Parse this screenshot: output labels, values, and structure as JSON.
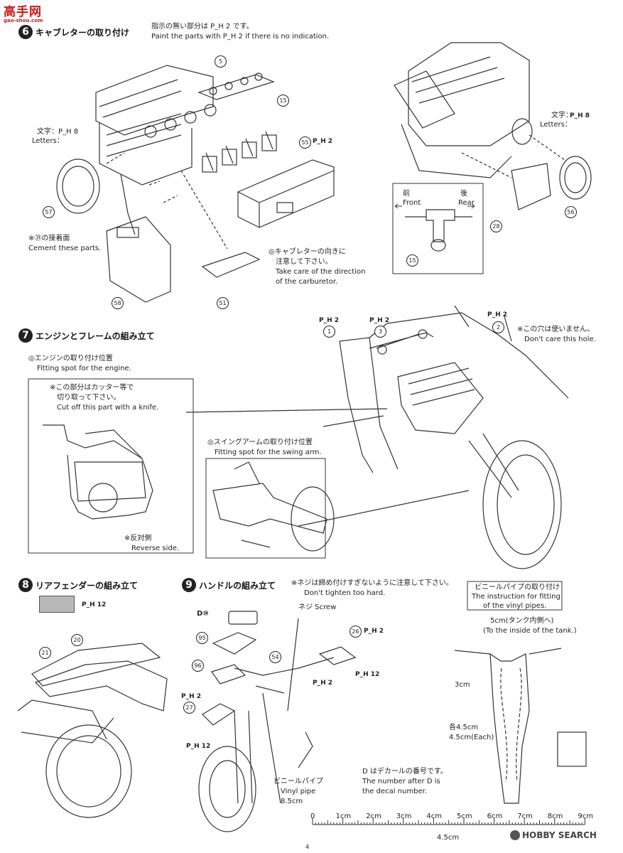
{
  "logo_top": {
    "main": "高手网",
    "sub": "gao-shou.com"
  },
  "step6": {
    "number": "6",
    "title": "キャブレターの取り付け",
    "note_jp": "指示の無い部分は P_H 2 です。",
    "note_en": "Paint the parts with P_H 2 if there is no indication.",
    "letters_jp": "文字：P_H 8",
    "letters_en": "Letters：",
    "cement_jp": "※㉛の接着面",
    "cement_en": "Cement these parts.",
    "carb_jp1": "◎キャブレターの向きに",
    "carb_jp2": "注意して下さい。",
    "carb_en1": "Take care of the direction",
    "carb_en2": "of the carburetor.",
    "front_jp": "前",
    "front_en": "Front",
    "rear_jp": "後",
    "rear_en": "Rear",
    "letters2_jp": "文字：",
    "letters2_en": "Letters：",
    "parts": [
      "5",
      "15",
      "55",
      "57",
      "58",
      "51",
      "28",
      "56",
      "15"
    ],
    "ph_labels": [
      "P_H 8",
      "P_H 2",
      "P_H 8"
    ]
  },
  "step7": {
    "number": "7",
    "title": "エンジンとフレームの組み立て",
    "engine_jp": "◎エンジンの取り付け位置",
    "engine_en": "Fitting spot for the engine.",
    "cut_jp1": "※この部分はカッター等で",
    "cut_jp2": "切り取って下さい。",
    "cut_en": "Cut off this part with a knife.",
    "swing_jp": "◎スイングアームの取り付け位置",
    "swing_en": "Fitting spot for the swing arm.",
    "reverse_jp": "※反対側",
    "reverse_en": "Reverse side.",
    "hole_jp": "※この穴は使いません。",
    "hole_en": "Don't care this hole.",
    "parts": [
      "1",
      "3",
      "2"
    ],
    "ph": [
      "P_H 2",
      "P_H 2",
      "P_H 2"
    ]
  },
  "step8": {
    "number": "8",
    "title": "リアフェンダーの組み立て",
    "swatch_ph": "P_H 12",
    "parts": [
      "20",
      "21"
    ]
  },
  "step9": {
    "number": "9",
    "title": "ハンドルの組み立て",
    "screw_jp": "※ネジは締め付けすぎないように注意して下さい。",
    "screw_en": "Don't tighten too hard.",
    "screw_label": "ネジ Screw",
    "decal_part": "D⑩",
    "parts": [
      "95",
      "96",
      "54",
      "26",
      "27"
    ],
    "ph": [
      "P_H 2",
      "P_H 12",
      "P_H 2",
      "P_H 2",
      "P_H 12"
    ],
    "vinyl_jp": "ビニールパイプ",
    "vinyl_en": "Vinyl pipe",
    "vinyl_len": "8.5cm",
    "decal_note_jp": "D はデカールの番号です。",
    "decal_note_en1": "The number after D is",
    "decal_note_en2": "the decal number."
  },
  "vinyl_box": {
    "title_jp": "ビニールパイプの取り付け",
    "title_en1": "The instruction for fitting",
    "title_en2": "of the vinyl pipes.",
    "tank_jp": "5cm(タンク内側へ)",
    "tank_en": "(To the inside of the tank.)",
    "len3": "3cm",
    "each_jp": "各4.5cm",
    "each_en": "4.5cm(Each)"
  },
  "ruler": {
    "ticks": [
      "0",
      "1cm",
      "2cm",
      "3cm",
      "4cm",
      "5cm",
      "6cm",
      "7cm",
      "8cm",
      "9cm"
    ],
    "mark_45": "4.5cm"
  },
  "footer": {
    "page": "4",
    "watermark": "HOBBY SEARCH"
  }
}
